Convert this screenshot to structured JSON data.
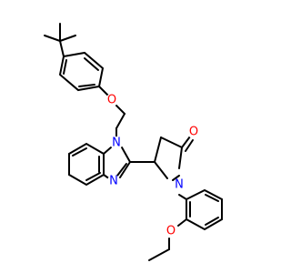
{
  "colors": {
    "bond": "#000000",
    "oxygen": "#ff0000",
    "nitrogen": "#0000ff",
    "background": "#ffffff"
  },
  "atoms": {
    "ether_oxygen": "O",
    "ketone_oxygen": "O",
    "imidazole_n1": "N",
    "imidazole_n3": "N",
    "lactam_n": "N",
    "ethoxy_oxygen": "O"
  }
}
